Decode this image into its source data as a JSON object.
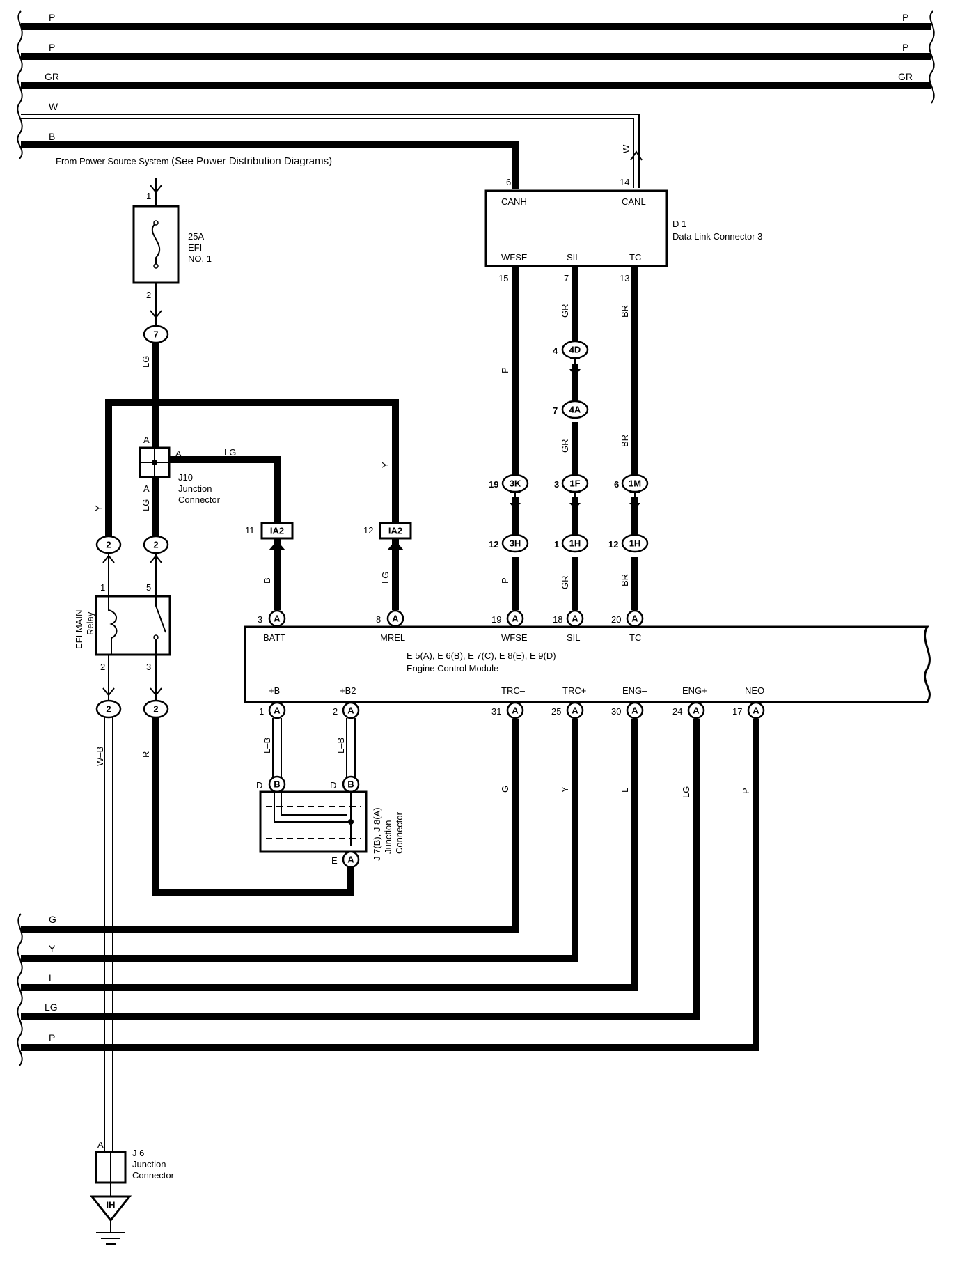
{
  "bus_top": [
    {
      "color": "P"
    },
    {
      "color": "P"
    },
    {
      "color": "GR"
    },
    {
      "color": "W"
    },
    {
      "color": "B"
    }
  ],
  "bus_bottom": [
    {
      "color": "G"
    },
    {
      "color": "Y"
    },
    {
      "color": "L"
    },
    {
      "color": "LG"
    },
    {
      "color": "P"
    }
  ],
  "power_source_note": "From Power Source System",
  "power_source_note_paren": "(See Power Distribution Diagrams)",
  "fuse": {
    "amp": "25A",
    "name1": "EFI",
    "name2": "NO. 1",
    "pin_in": "1",
    "pin_out": "2"
  },
  "relay": {
    "name1": "EFI MAIN",
    "name2": "Relay",
    "pin1": "1",
    "pin2": "2",
    "pin3": "3",
    "pin5": "5"
  },
  "j10": {
    "id": "J10",
    "name1": "Junction",
    "name2": "Connector",
    "pin_a": "A"
  },
  "j6": {
    "id": "J 6",
    "name1": "Junction",
    "name2": "Connector",
    "pin_a": "A",
    "ground": "IH"
  },
  "j78": {
    "id": "J 7(B), J 8(A)",
    "name1": "Junction",
    "name2": "Connector",
    "pin_d": "D",
    "pin_e": "E",
    "pin_b": "B",
    "pin_a": "A"
  },
  "dlc": {
    "id": "D 1",
    "name": "Data Link Connector 3",
    "top_pins": [
      {
        "num": "6",
        "label": "CANH"
      },
      {
        "num": "14",
        "label": "CANL"
      }
    ],
    "bottom_pins": [
      {
        "num": "15",
        "label": "WFSE"
      },
      {
        "num": "7",
        "label": "SIL"
      },
      {
        "num": "13",
        "label": "TC"
      }
    ]
  },
  "ecm": {
    "id": "E 5(A), E 6(B), E 7(C), E 8(E), E 9(D)",
    "name": "Engine Control Module",
    "top_pins": [
      {
        "num": "3",
        "conn": "A",
        "label": "BATT"
      },
      {
        "num": "8",
        "conn": "A",
        "label": "MREL"
      },
      {
        "num": "19",
        "conn": "A",
        "label": "WFSE"
      },
      {
        "num": "18",
        "conn": "A",
        "label": "SIL"
      },
      {
        "num": "20",
        "conn": "A",
        "label": "TC"
      }
    ],
    "bottom_pins": [
      {
        "num": "1",
        "conn": "A",
        "label": "+B"
      },
      {
        "num": "2",
        "conn": "A",
        "label": "+B2"
      },
      {
        "num": "31",
        "conn": "A",
        "label": "TRC–"
      },
      {
        "num": "25",
        "conn": "A",
        "label": "TRC+"
      },
      {
        "num": "30",
        "conn": "A",
        "label": "ENG–"
      },
      {
        "num": "24",
        "conn": "A",
        "label": "ENG+"
      },
      {
        "num": "17",
        "conn": "A",
        "label": "NEO"
      }
    ]
  },
  "connectors": {
    "c7": "7",
    "ia2": "IA2",
    "ia2_pin_left": "11",
    "ia2_pin_right": "12",
    "c2": "2",
    "c4d": "4D",
    "c4d_pin": "4",
    "c4a": "4A",
    "c4a_pin": "7",
    "c3k": "3K",
    "c3k_pin": "19",
    "c3h": "3H",
    "c3h_pin": "12",
    "c1f": "1F",
    "c1f_pin": "3",
    "c1h": "1H",
    "c1h_pin_a": "1",
    "c1h_pin_b": "12",
    "c1m": "1M",
    "c1m_pin": "6"
  },
  "wire_colors": {
    "lg": "LG",
    "y": "Y",
    "b": "B",
    "w": "W",
    "gr": "GR",
    "br": "BR",
    "p": "P",
    "wb": "W–B",
    "r": "R",
    "lb": "L–B",
    "g": "G",
    "l": "L"
  }
}
